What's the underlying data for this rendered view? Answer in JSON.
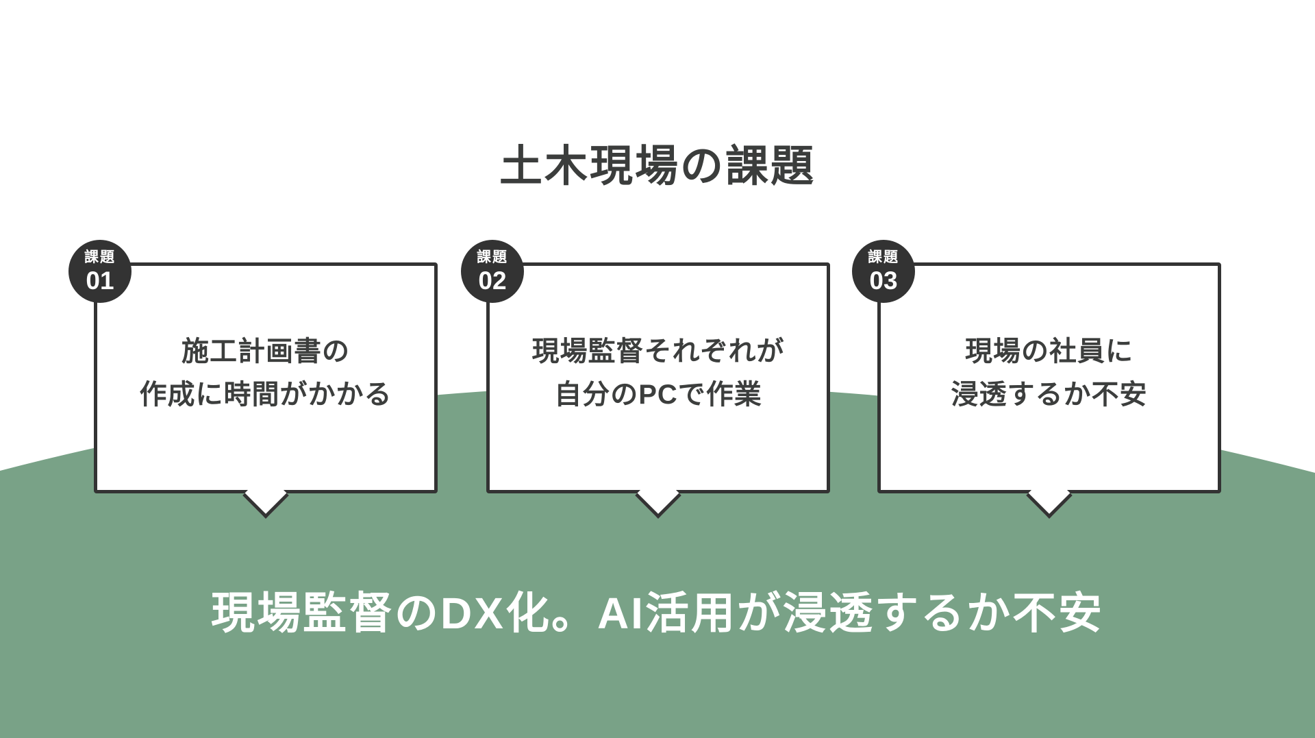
{
  "title": "土木現場の課題",
  "cards": [
    {
      "badge_label": "課題",
      "badge_number": "01",
      "lines": [
        "施工計画書の",
        "作成に時間がかかる"
      ]
    },
    {
      "badge_label": "課題",
      "badge_number": "02",
      "lines": [
        "現場監督それぞれが",
        "自分のPCで作業"
      ]
    },
    {
      "badge_label": "課題",
      "badge_number": "03",
      "lines": [
        "現場の社員に",
        "浸透するか不安"
      ]
    }
  ],
  "bottom_banner": {
    "text": "現場監督のDX化。AI活用が浸透するか不安"
  },
  "colors": {
    "background": "#ffffff",
    "hill_green": "#79A287",
    "dark": "#333333",
    "title_text": "#3b3d3c",
    "card_text": "#3c3e3d",
    "banner_text": "#ffffff"
  }
}
